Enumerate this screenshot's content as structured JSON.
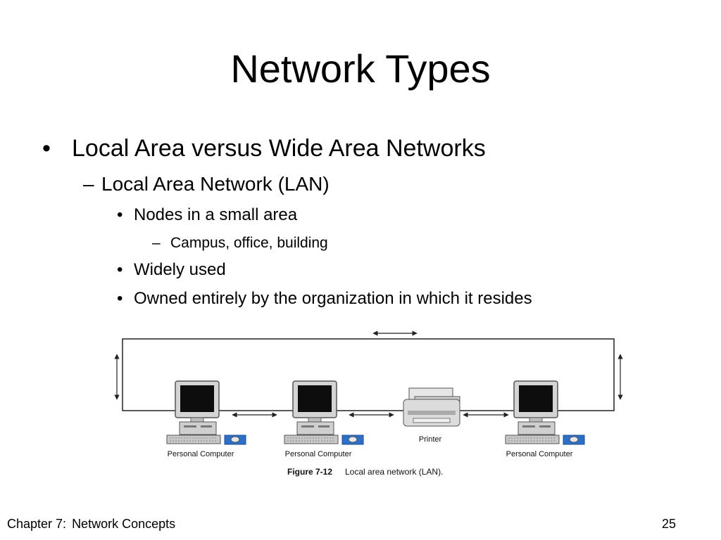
{
  "slide": {
    "title": "Network Types",
    "bullets": {
      "level1": {
        "marker": "•",
        "text": "Local Area versus Wide Area Networks"
      },
      "level2": {
        "marker": "–",
        "text": "Local Area Network (LAN)"
      },
      "level3a": {
        "marker": "•",
        "text": "Nodes in a small area"
      },
      "level4": {
        "marker": "–",
        "text": "Campus, office, building"
      },
      "level3b": {
        "marker": "•",
        "text": "Widely used"
      },
      "level3c": {
        "marker": "•",
        "text": "Owned entirely by the organization in which it resides"
      }
    }
  },
  "figure": {
    "labels": {
      "pc1": "Personal Computer",
      "pc2": "Personal Computer",
      "printer": "Printer",
      "pc3": "Personal Computer"
    },
    "caption_number": "Figure 7-12",
    "caption_text": "Local area network (LAN).",
    "icons": [
      "personal-computer-icon",
      "printer-icon",
      "double-arrow-icon"
    ]
  },
  "footer": {
    "chapter": "Chapter 7:",
    "topic": "Network Concepts",
    "page_number": "25"
  }
}
